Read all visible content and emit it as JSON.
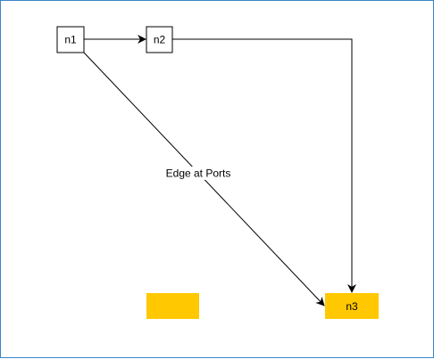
{
  "diagram": {
    "nodes": {
      "n1": {
        "label": "n1",
        "fill": "#ffffff",
        "stroke": "#000000"
      },
      "n2": {
        "label": "n2",
        "fill": "#ffffff",
        "stroke": "#000000"
      },
      "n3": {
        "label": "n3",
        "fill": "#ffc800",
        "stroke": "#ffc800"
      },
      "blank": {
        "label": "",
        "fill": "#ffc800",
        "stroke": "#ffc800"
      }
    },
    "edges": [
      {
        "from": "n1",
        "to": "n2",
        "label": ""
      },
      {
        "from": "n2",
        "to": "n3",
        "label": ""
      },
      {
        "from": "n1",
        "to": "n3",
        "label": "Edge at Ports"
      }
    ],
    "colors": {
      "border": "#3a86c8",
      "edge": "#000000"
    }
  }
}
